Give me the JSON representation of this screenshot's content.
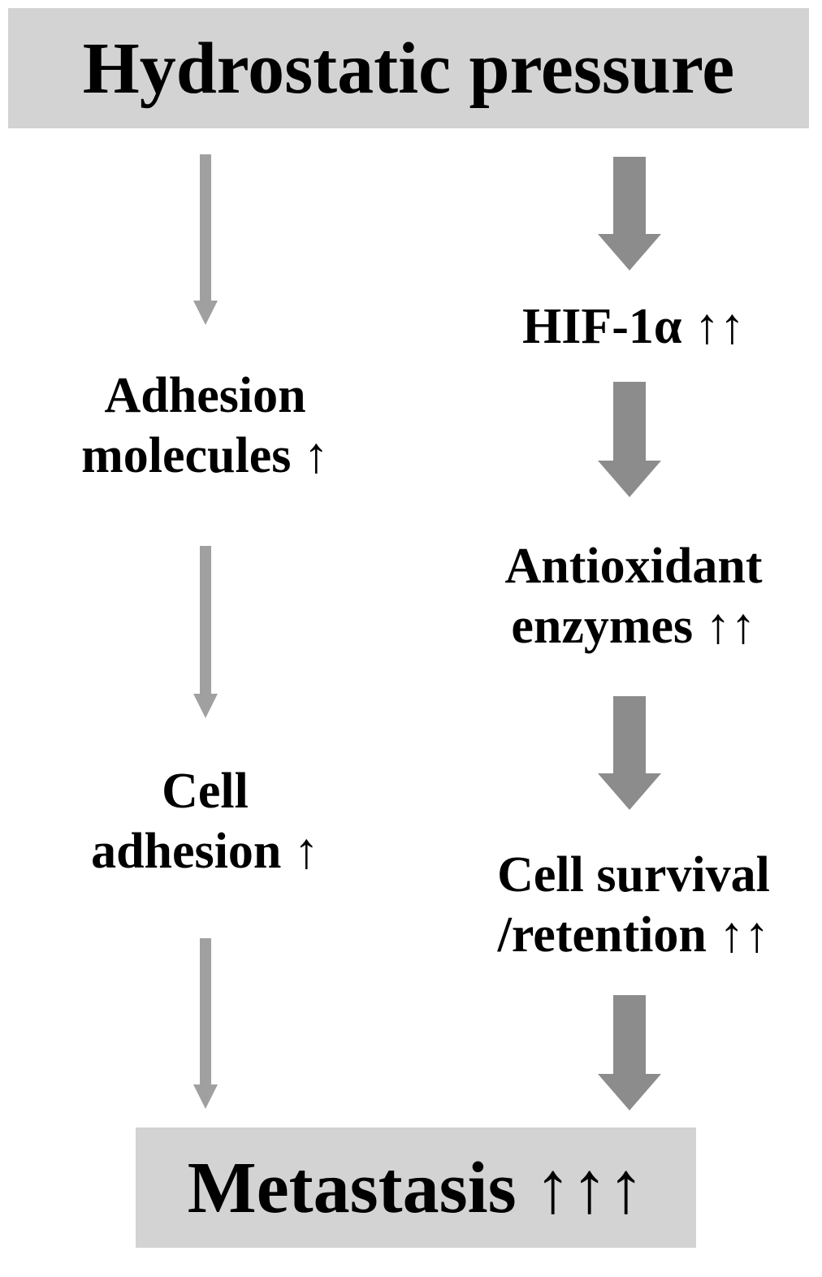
{
  "diagram": {
    "top_box": {
      "label": "Hydrostatic pressure"
    },
    "left_path": {
      "node_1": {
        "line1": "Adhesion",
        "line2": "molecules ↑"
      },
      "node_2": {
        "line1": "Cell",
        "line2": "adhesion ↑"
      }
    },
    "right_path": {
      "node_1": {
        "line1": "HIF-1α ↑↑"
      },
      "node_2": {
        "line1": "Antioxidant",
        "line2": "enzymes ↑↑"
      },
      "node_3": {
        "line1": "Cell survival",
        "line2": "/retention ↑↑"
      }
    },
    "bottom_box": {
      "label": "Metastasis ↑↑↑"
    },
    "colors": {
      "box_fill": "#d3d3d3",
      "thin_arrow": "#a0a0a0",
      "thick_arrow": "#8c8c8c"
    }
  }
}
